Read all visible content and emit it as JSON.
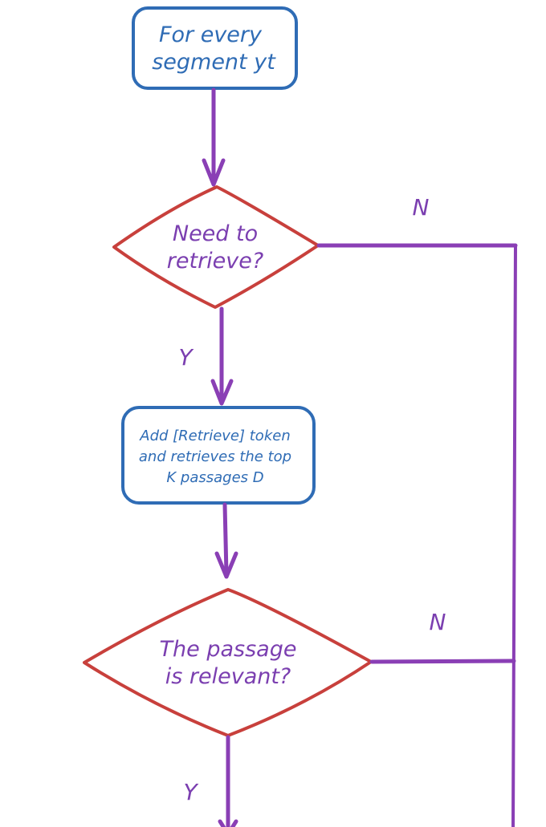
{
  "nodes": {
    "start": {
      "lines": [
        "For every",
        "segment yt"
      ]
    },
    "need_retrieve": {
      "lines": [
        "Need to",
        "retrieve?"
      ]
    },
    "retrieve_step": {
      "lines": [
        "Add [Retrieve] token",
        "and retrieves the top",
        "K passages D"
      ]
    },
    "relevant": {
      "lines": [
        "The passage",
        "is relevant?"
      ]
    }
  },
  "edges": {
    "need_yes": "Y",
    "need_no": "N",
    "relevant_no": "N",
    "relevant_yes": "Y"
  },
  "colors": {
    "box_stroke": "#2f6cb5",
    "diamond_stroke": "#c8403c",
    "arrow": "#8a3fb5",
    "text_box": "#2f6cb5",
    "text_diamond": "#7b3fb0"
  }
}
